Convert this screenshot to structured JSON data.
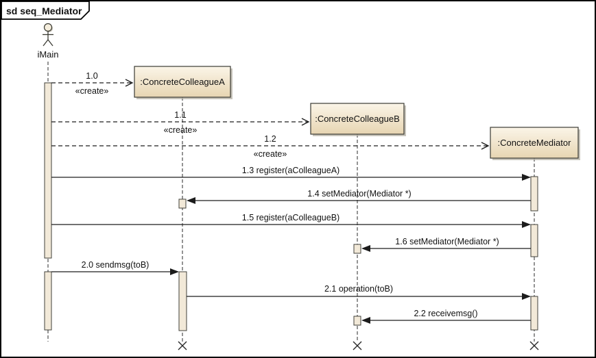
{
  "frame": {
    "title": "sd seq_Mediator"
  },
  "actor": {
    "name": "iMain"
  },
  "lifelines": [
    {
      "name": ":ConcreteColleagueA"
    },
    {
      "name": ":ConcreteColleagueB"
    },
    {
      "name": ":ConcreteMediator"
    }
  ],
  "messages": [
    {
      "label": "1.0",
      "stereotype": "«create»",
      "kind": "create",
      "from": "iMain",
      "to": ":ConcreteColleagueA"
    },
    {
      "label": "1.1",
      "stereotype": "«create»",
      "kind": "create",
      "from": "iMain",
      "to": ":ConcreteColleagueB"
    },
    {
      "label": "1.2",
      "stereotype": "«create»",
      "kind": "create",
      "from": "iMain",
      "to": ":ConcreteMediator"
    },
    {
      "label": "1.3 register(aColleagueA)",
      "kind": "call",
      "from": "iMain",
      "to": ":ConcreteMediator"
    },
    {
      "label": "1.4 setMediator(Mediator *)",
      "kind": "call",
      "from": ":ConcreteMediator",
      "to": ":ConcreteColleagueA"
    },
    {
      "label": "1.5 register(aColleagueB)",
      "kind": "call",
      "from": "iMain",
      "to": ":ConcreteMediator"
    },
    {
      "label": "1.6 setMediator(Mediator *)",
      "kind": "call",
      "from": ":ConcreteMediator",
      "to": ":ConcreteColleagueB"
    },
    {
      "label": "2.0 sendmsg(toB)",
      "kind": "call",
      "from": "iMain",
      "to": ":ConcreteColleagueA"
    },
    {
      "label": "2.1 operation(toB)",
      "kind": "call",
      "from": ":ConcreteColleagueA",
      "to": ":ConcreteMediator"
    },
    {
      "label": "2.2 receivemsg()",
      "kind": "call",
      "from": ":ConcreteMediator",
      "to": ":ConcreteColleagueB"
    }
  ],
  "colors": {
    "background": "#ffffff",
    "frame_border": "#000000",
    "line": "#1c1c1c",
    "box_fill_top": "#fbf5e8",
    "box_fill_bottom": "#e7d5b2",
    "activation_fill": "#f2e9d8",
    "shadow": "#b4b0a4"
  }
}
